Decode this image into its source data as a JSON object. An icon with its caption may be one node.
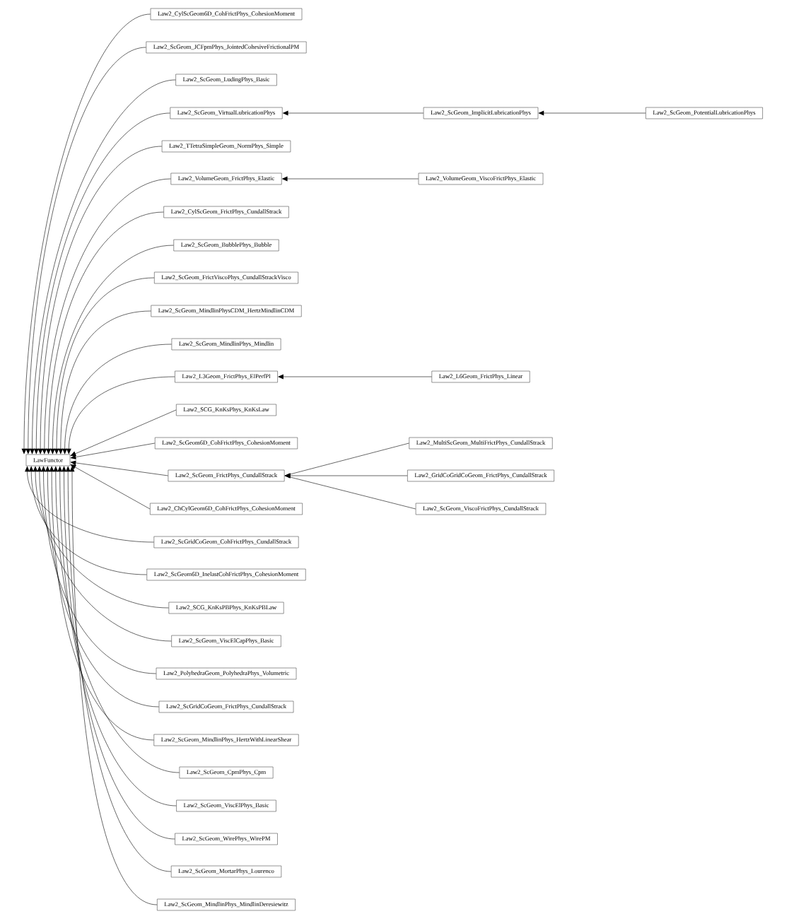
{
  "diagram": {
    "nodes": [
      {
        "text": [
          "LawFunctor"
        ]
      },
      {
        "text": [
          "Law2_CylScGeom6D_CohFrictPhys_CohesionMoment"
        ]
      },
      {
        "text": [
          "Law2_ScGeom_JCFpmPhys_JointedCohesiveFrictionalPM"
        ]
      },
      {
        "text": [
          "Law2_ScGeom_LudingPhys_Basic"
        ]
      },
      {
        "text": [
          "Law2_ScGeom_VirtualLubricationPhys"
        ]
      },
      {
        "text": [
          "Law2_ScGeom_ImplicitLubricationPhys"
        ]
      },
      {
        "text": [
          "Law2_ScGeom_PotentialLubricationPhys"
        ]
      },
      {
        "text": [
          "Law2_TTetraSimpleGeom_NormPhys_Simple"
        ]
      },
      {
        "text": [
          "Law2_VolumeGeom_FrictPhys_Elastic"
        ]
      },
      {
        "text": [
          "Law2_VolumeGeom_ViscoFrictPhys_Elastic"
        ]
      },
      {
        "text": [
          "Law2_CylScGeom_FrictPhys_CundallStrack"
        ]
      },
      {
        "text": [
          "Law2_ScGeom_BubblePhys_Bubble"
        ]
      },
      {
        "text": [
          "Law2_ScGeom_FrictViscoPhys_CundallStrackVisco"
        ]
      },
      {
        "text": [
          "Law2_ScGeom_MindlinPhysCDM_HertzMindlinCDM"
        ]
      },
      {
        "text": [
          "Law2_ScGeom_MindlinPhys_Mindlin"
        ]
      },
      {
        "text": [
          "Law2_L3Geom_FrictPhys_ElPerfPl"
        ]
      },
      {
        "text": [
          "Law2_L6Geom_FrictPhys_Linear"
        ]
      },
      {
        "text": [
          "Law2_SCG_KnKsPhys_KnKsLaw"
        ]
      },
      {
        "text": [
          "Law2_ScGeom6D_CohFrictPhys_CohesionMoment"
        ]
      },
      {
        "text": [
          "Law2_MultiScGeom_MultiFrictPhys_CundallStrack"
        ]
      },
      {
        "text": [
          "Law2_ScGeom_FrictPhys_CundallStrack"
        ]
      },
      {
        "text": [
          "Law2_GridCoGridCoGeom_FrictPhys_CundallStrack"
        ]
      },
      {
        "text": [
          "Law2_ScGeom_ViscoFrictPhys_CundallStrack"
        ]
      },
      {
        "text": [
          "Law2_ChCylGeom6D_CohFrictPhys_CohesionMoment"
        ]
      },
      {
        "text": [
          "Law2_ScGridCoGeom_CohFrictPhys_CundallStrack"
        ]
      },
      {
        "text": [
          "Law2_ScGeom6D_InelastCohFrictPhys_CohesionMoment"
        ]
      },
      {
        "text": [
          "Law2_SCG_KnKsPBPhys_KnKsPBLaw"
        ]
      },
      {
        "text": [
          "Law2_ScGeom_ViscElCapPhys_Basic"
        ]
      },
      {
        "text": [
          "Law2_PolyhedraGeom_PolyhedraPhys_Volumetric"
        ]
      },
      {
        "text": [
          "Law2_ScGridCoGeom_FrictPhys_CundallStrack"
        ]
      },
      {
        "text": [
          "Law2_ScGeom_MindlinPhys_HertzWithLinearShear"
        ]
      },
      {
        "text": [
          "Law2_ScGeom_CpmPhys_Cpm"
        ]
      },
      {
        "text": [
          "Law2_ScGeom_ViscElPhys_Basic"
        ]
      },
      {
        "text": [
          "Law2_ScGeom_WirePhys_WirePM"
        ]
      },
      {
        "text": [
          "Law2_ScGeom_MortarPhys_Lourenco"
        ]
      },
      {
        "text": [
          "Law2_ScGeom_MindlinPhys_MindlinDeresiewitz"
        ]
      }
    ],
    "edges": [
      {
        "from": 1,
        "to": 0,
        "arrow": "to"
      },
      {
        "from": 2,
        "to": 0,
        "arrow": "to"
      },
      {
        "from": 3,
        "to": 0,
        "arrow": "to"
      },
      {
        "from": 4,
        "to": 0,
        "arrow": "to"
      },
      {
        "from": 5,
        "to": 4,
        "arrow": "to"
      },
      {
        "from": 6,
        "to": 5,
        "arrow": "to"
      },
      {
        "from": 7,
        "to": 0,
        "arrow": "to"
      },
      {
        "from": 8,
        "to": 0,
        "arrow": "to"
      },
      {
        "from": 9,
        "to": 8,
        "arrow": "to"
      },
      {
        "from": 10,
        "to": 0,
        "arrow": "to"
      },
      {
        "from": 11,
        "to": 0,
        "arrow": "to"
      },
      {
        "from": 12,
        "to": 0,
        "arrow": "to"
      },
      {
        "from": 13,
        "to": 0,
        "arrow": "to"
      },
      {
        "from": 14,
        "to": 0,
        "arrow": "to"
      },
      {
        "from": 15,
        "to": 0,
        "arrow": "to"
      },
      {
        "from": 16,
        "to": 15,
        "arrow": "to"
      },
      {
        "from": 17,
        "to": 0,
        "arrow": "to"
      },
      {
        "from": 18,
        "to": 0,
        "arrow": "to"
      },
      {
        "from": 19,
        "to": 20,
        "arrow": "to"
      },
      {
        "from": 20,
        "to": 0,
        "arrow": "to"
      },
      {
        "from": 21,
        "to": 20,
        "arrow": "to"
      },
      {
        "from": 22,
        "to": 20,
        "arrow": "to"
      },
      {
        "from": 23,
        "to": 0,
        "arrow": "to"
      },
      {
        "from": 24,
        "to": 0,
        "arrow": "to"
      },
      {
        "from": 25,
        "to": 0,
        "arrow": "to"
      },
      {
        "from": 26,
        "to": 0,
        "arrow": "to"
      },
      {
        "from": 27,
        "to": 0,
        "arrow": "to"
      },
      {
        "from": 28,
        "to": 0,
        "arrow": "to"
      },
      {
        "from": 29,
        "to": 0,
        "arrow": "to"
      },
      {
        "from": 30,
        "to": 0,
        "arrow": "to"
      },
      {
        "from": 31,
        "to": 0,
        "arrow": "to"
      },
      {
        "from": 32,
        "to": 0,
        "arrow": "to"
      },
      {
        "from": 33,
        "to": 0,
        "arrow": "to"
      },
      {
        "from": 34,
        "to": 0,
        "arrow": "to"
      },
      {
        "from": 35,
        "to": 0,
        "arrow": "to"
      }
    ]
  }
}
